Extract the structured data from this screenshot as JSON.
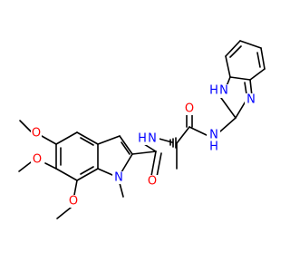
{
  "colors": {
    "background": "#ffffff",
    "bond": "#000000",
    "oxygen": "#ff0000",
    "nitrogen": "#0000ff"
  },
  "atoms": {
    "o_methoxy_5": {
      "text": "O",
      "element": "oxygen"
    },
    "o_methoxy_6": {
      "text": "O",
      "element": "oxygen"
    },
    "o_methoxy_7": {
      "text": "O",
      "element": "oxygen"
    },
    "n_indole": {
      "text": "N",
      "element": "nitrogen"
    },
    "o_carbonyl_indole": {
      "text": "O",
      "element": "oxygen"
    },
    "nh_amide_1": {
      "text": "N",
      "h_text": "H",
      "element": "nitrogen"
    },
    "o_carbonyl_alanine": {
      "text": "O",
      "element": "oxygen"
    },
    "nh_amide_2": {
      "text": "N",
      "h_text": "H",
      "element": "nitrogen"
    },
    "nh_benzimidazole": {
      "text": "N",
      "h_text": "H",
      "element": "nitrogen"
    },
    "n_benzimidazole": {
      "text": "N",
      "element": "nitrogen"
    }
  }
}
